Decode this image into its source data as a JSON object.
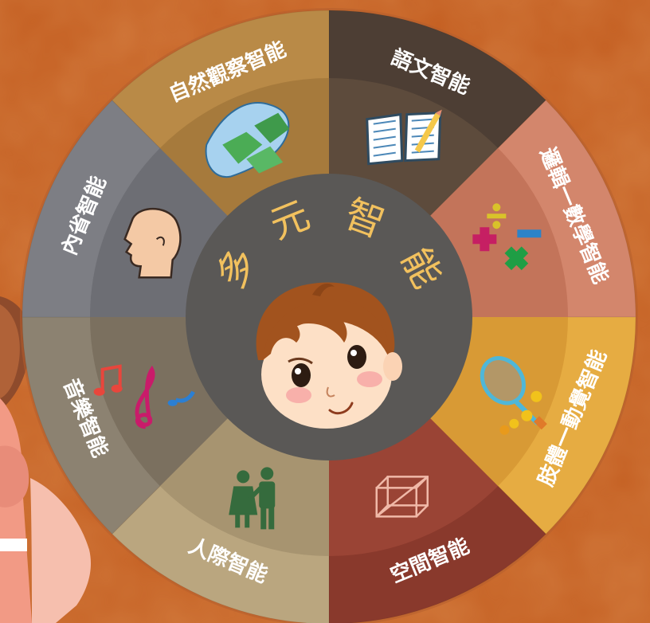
{
  "diagram": {
    "center_title": [
      "多",
      "元",
      "智",
      "能"
    ],
    "segments": [
      {
        "id": "linguistic",
        "label": "語文智能",
        "icon": "open-book-icon",
        "outer_color": "#4d3e34",
        "inner_color": "#5d4b3c"
      },
      {
        "id": "logical",
        "label": "邏輯一數學智能",
        "icon": "math-symbols-icon",
        "outer_color": "#d3866c",
        "inner_color": "#c3745a"
      },
      {
        "id": "bodily",
        "label": "肢體一動覺智能",
        "icon": "tennis-racket-icon",
        "outer_color": "#e6ac42",
        "inner_color": "#d89a35"
      },
      {
        "id": "spatial",
        "label": "空間智能",
        "icon": "3d-box-icon",
        "outer_color": "#89392c",
        "inner_color": "#9a4435"
      },
      {
        "id": "interpersonal",
        "label": "人際智能",
        "icon": "two-people-icon",
        "outer_color": "#baa67f",
        "inner_color": "#a79470"
      },
      {
        "id": "musical",
        "label": "音樂智能",
        "icon": "music-notes-icon",
        "outer_color": "#8c8271",
        "inner_color": "#7b705f"
      },
      {
        "id": "intrapersonal",
        "label": "內省智能",
        "icon": "head-profile-icon",
        "outer_color": "#7d7e84",
        "inner_color": "#6d6e74"
      },
      {
        "id": "naturalist",
        "label": "自然觀察智能",
        "icon": "landscape-icon",
        "outer_color": "#b98a47",
        "inner_color": "#a67a3c"
      }
    ],
    "colors": {
      "background": "#c45f22",
      "center_disc": "#5a5856",
      "center_title": "#f2c15e",
      "label_text": "#ffffff"
    }
  }
}
